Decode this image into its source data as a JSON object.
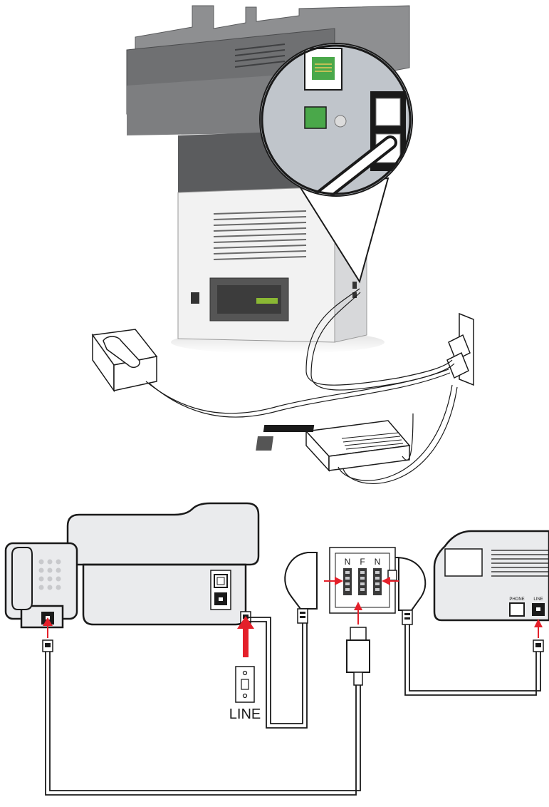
{
  "labels": {
    "wall_line": "LINE",
    "tae_left": "N",
    "tae_middle": "F",
    "tae_right": "N",
    "machine_phone_port": "PHONE",
    "machine_line_port": "LINE"
  },
  "colors": {
    "arrow": "#e4202a",
    "outline": "#1a1a1a",
    "device_fill": "#eaebed",
    "port_fill": "#ffffff"
  },
  "icons": {
    "printer_rear_photo": "printer-rear-icon",
    "zoom_callout": "magnifier-callout-icon",
    "desk_phone": "telephone-icon",
    "answering_machine": "answering-machine-icon",
    "wall_socket": "wall-socket-icon"
  }
}
